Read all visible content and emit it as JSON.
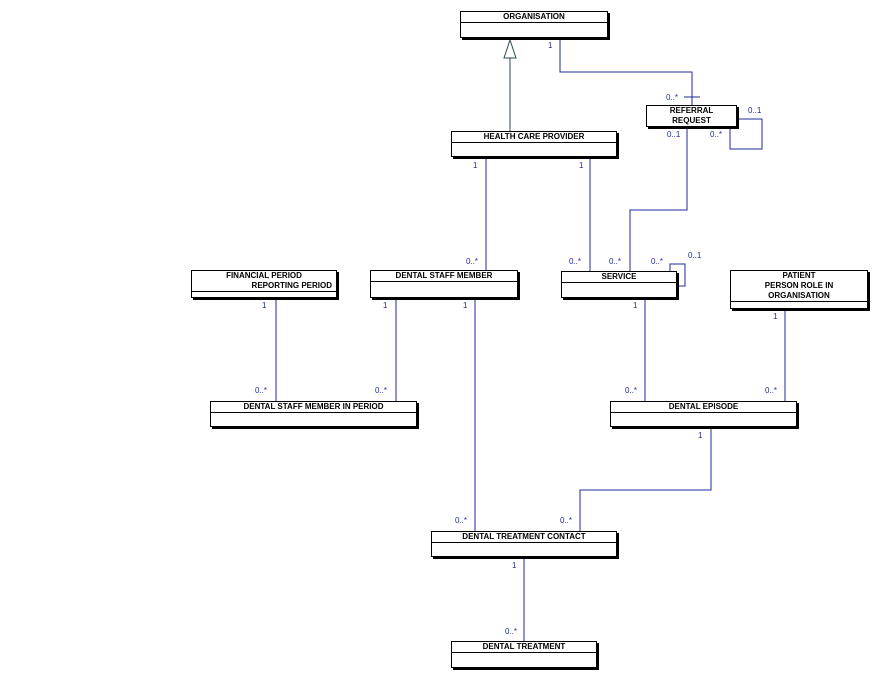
{
  "entities": {
    "organisation": "ORGANISATION",
    "referral_request": "REFERRAL REQUEST",
    "health_care_provider": "HEALTH CARE PROVIDER",
    "financial_period_line1": "FINANCIAL PERIOD",
    "financial_period_line2": "REPORTING PERIOD",
    "dental_staff_member": "DENTAL STAFF MEMBER",
    "service": "SERVICE",
    "patient_line1": "PATIENT",
    "patient_line2": "PERSON ROLE IN ORGANISATION",
    "dental_staff_member_in_period": "DENTAL STAFF MEMBER IN PERIOD",
    "dental_episode": "DENTAL EPISODE",
    "dental_treatment_contact": "DENTAL TREATMENT CONTACT",
    "dental_treatment": "DENTAL TREATMENT"
  },
  "multiplicities": {
    "org_to_referral_one": "1",
    "org_to_referral_many": "0..*",
    "referral_self_a": "0..1",
    "referral_self_b": "0..*",
    "referral_to_service_one": "0..1",
    "hcp_to_staff_one": "1",
    "hcp_to_service_one": "1",
    "hcp_to_staff_many": "0..*",
    "hcp_to_service_many": "0..*",
    "referral_to_service_many": "0..*",
    "service_self_a": "0..*",
    "service_self_b": "0..1",
    "fin_to_dsmip_one": "1",
    "staff_to_dsmip_one": "1",
    "staff_to_contact_one": "1",
    "service_to_episode_one": "1",
    "patient_to_episode_one": "1",
    "fin_to_dsmip_many": "0..*",
    "staff_to_dsmip_many": "0..*",
    "service_to_episode_many": "0..*",
    "patient_to_episode_many": "0..*",
    "episode_to_contact_one": "1",
    "staff_to_contact_many": "0..*",
    "episode_to_contact_many": "0..*",
    "contact_to_treatment_one": "1",
    "contact_to_treatment_many": "0..*"
  }
}
